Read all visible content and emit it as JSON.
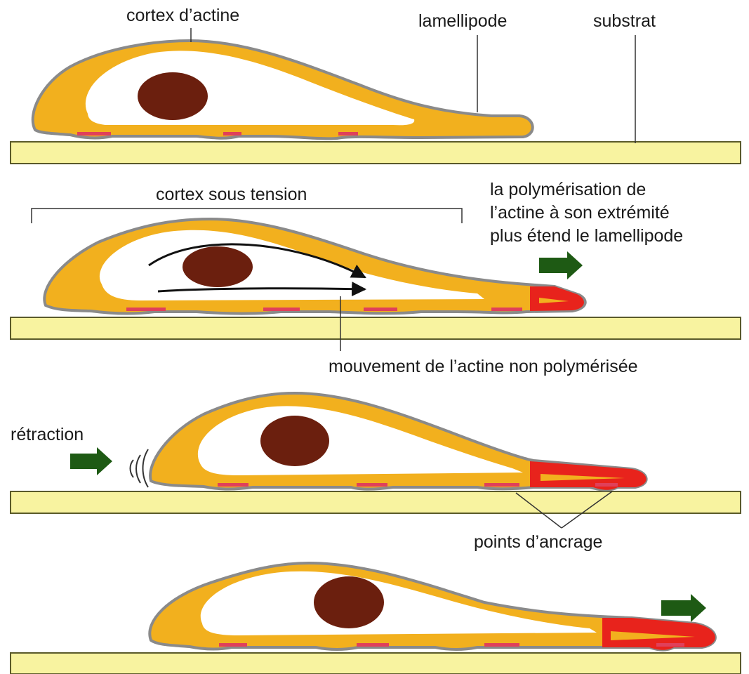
{
  "labels": {
    "cortex_actine": "cortex d’actine",
    "lamellipode": "lamellipode",
    "substrat": "substrat",
    "cortex_tension": "cortex sous tension",
    "polymerisation": [
      "la polymérisation de",
      "l’actine à son extrémité",
      "plus étend le lamellipode"
    ],
    "mouvement": "mouvement de l’actine non polymérisée",
    "retraction": "rétraction",
    "points_ancrage": "points d’ancrage"
  },
  "colors": {
    "cytoplasm_cortex": "#f2b01e",
    "membrane_outline": "#8a8a8a",
    "nucleus": "#6b1f0e",
    "polymerizing_actin": "#e8231c",
    "substrate": "#f8f3a0",
    "substrate_outline": "#5a5a2a",
    "arrow_green": "#1e5a14",
    "anchor_marks": "#e0405a"
  }
}
